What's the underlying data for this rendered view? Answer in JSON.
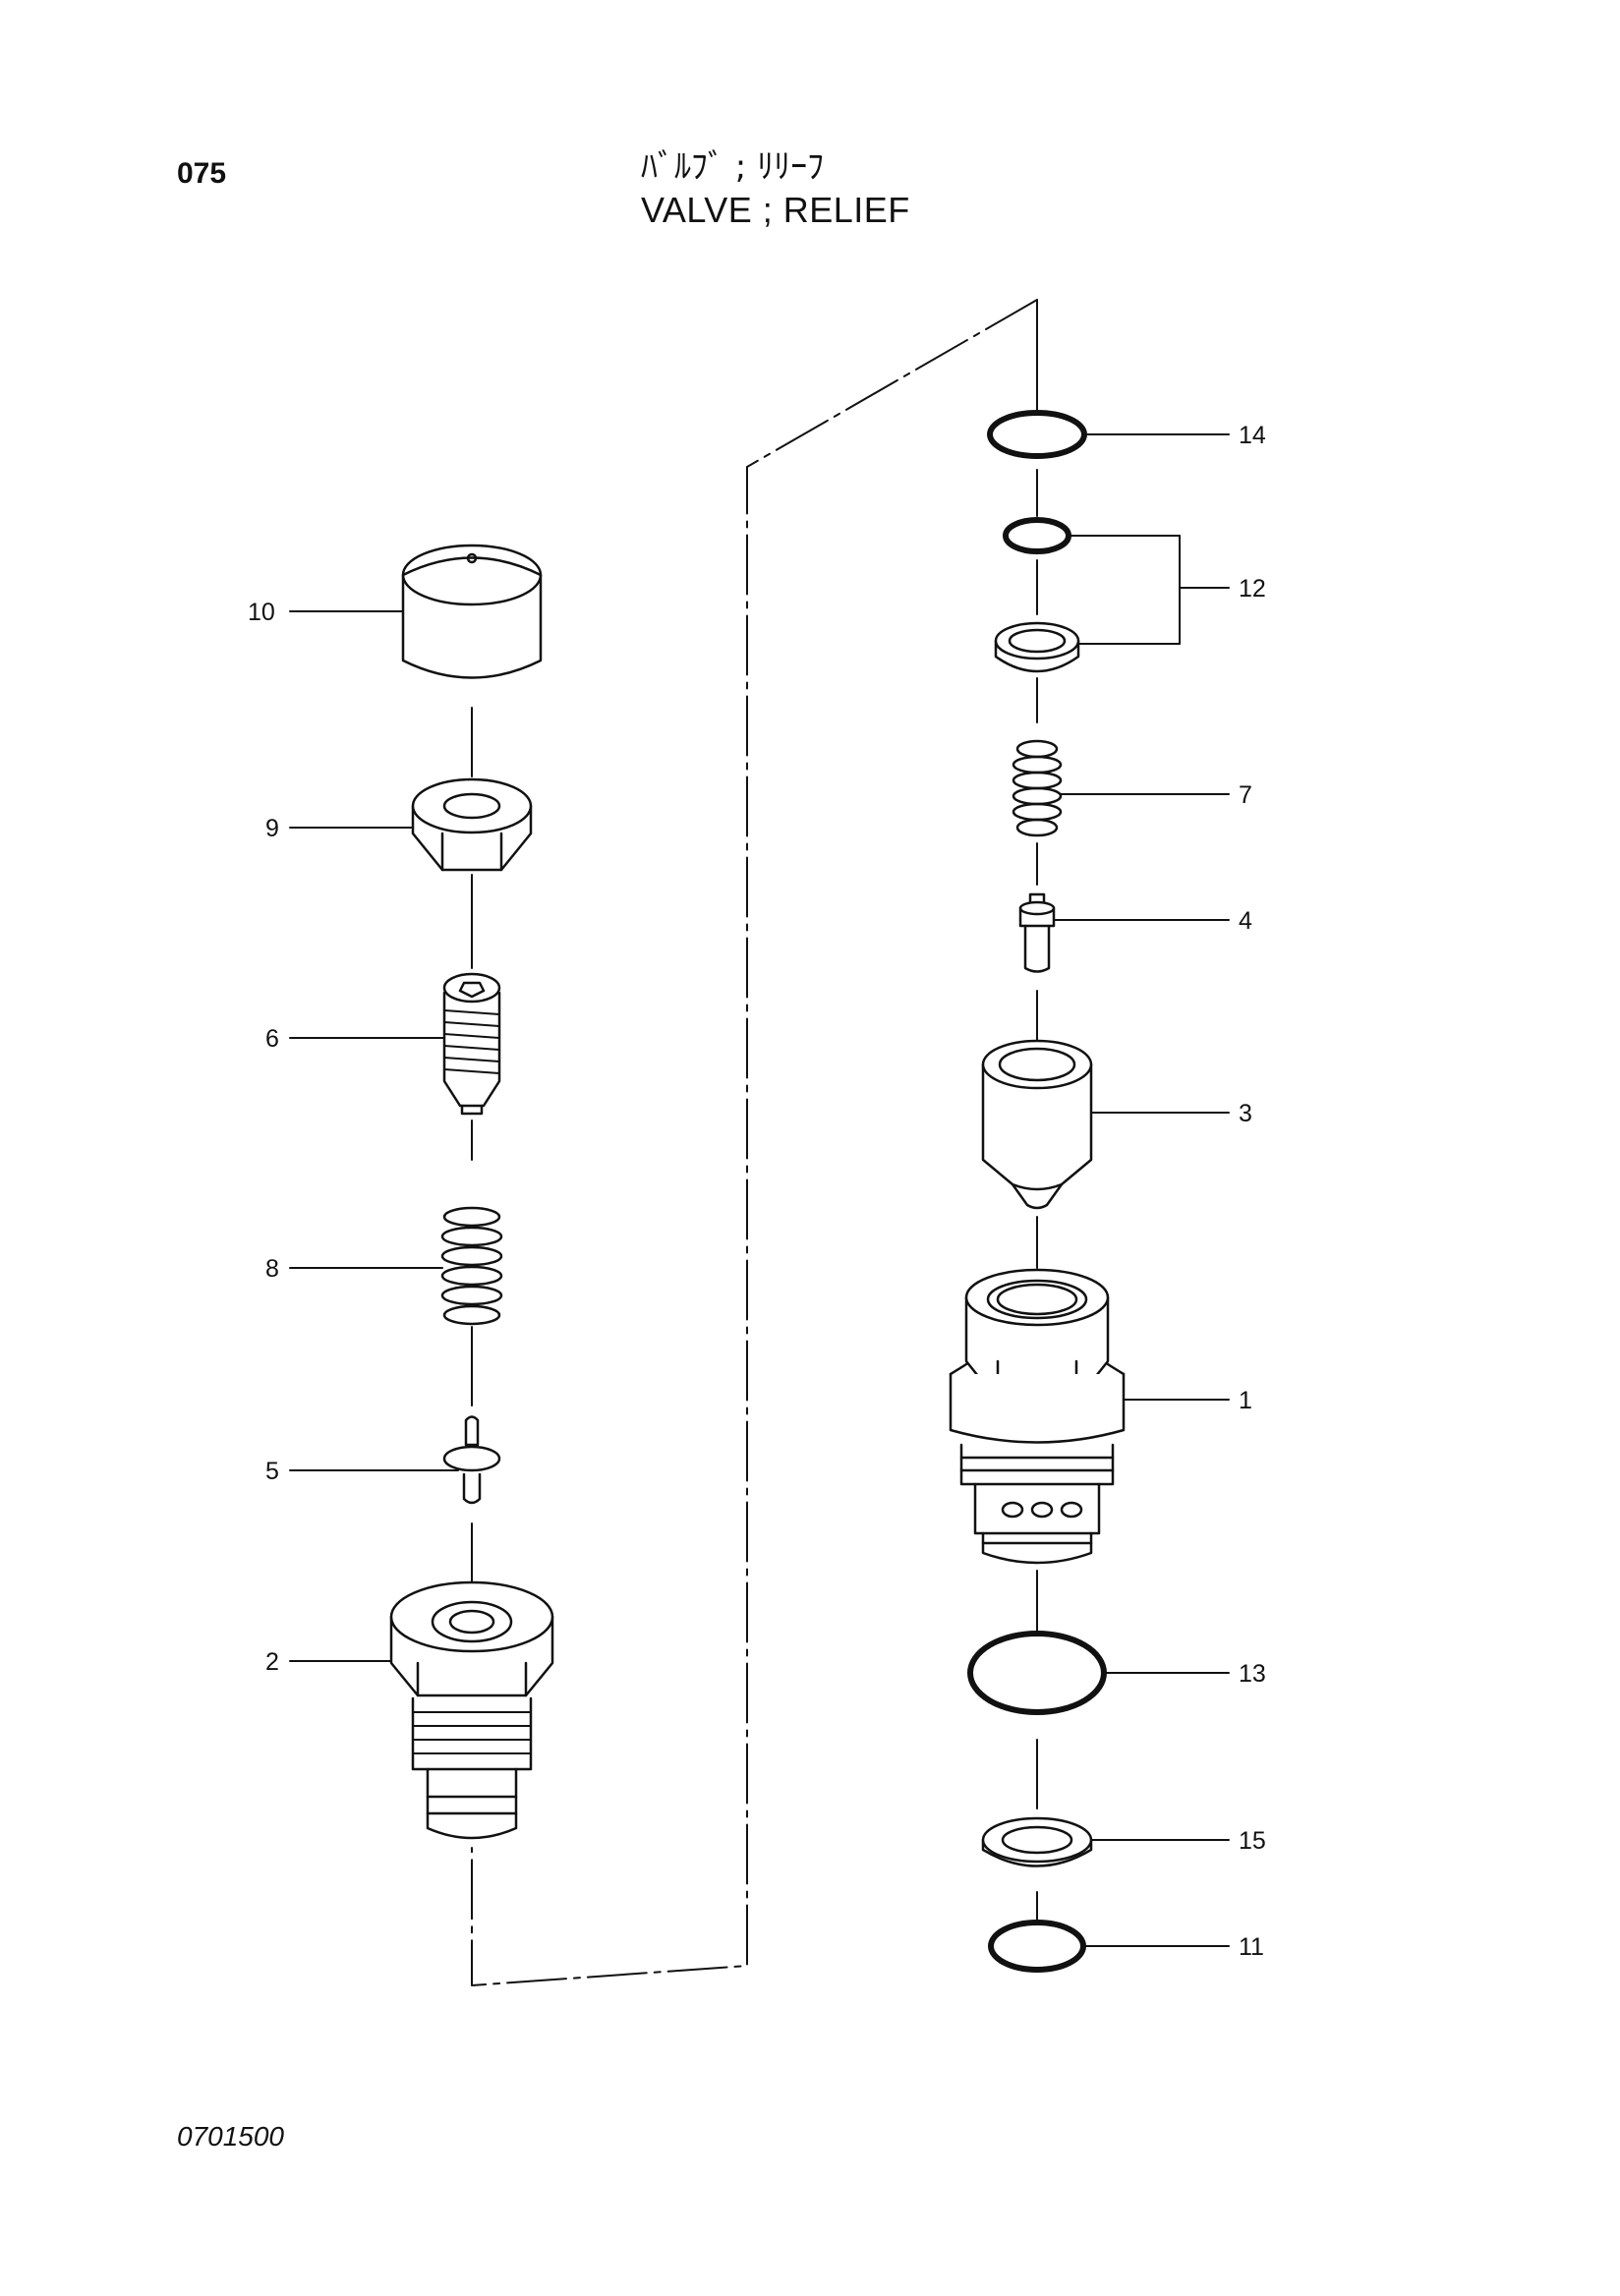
{
  "header": {
    "page_number": "075",
    "title_jp": "ﾊﾞﾙﾌﾞ ; ﾘﾘｰﾌ",
    "title_en": "VALVE ; RELIEF"
  },
  "footer": {
    "drawing_code": "0701500"
  },
  "callouts": {
    "c1": "1",
    "c2": "2",
    "c3": "3",
    "c4": "4",
    "c5": "5",
    "c6": "6",
    "c7": "7",
    "c8": "8",
    "c9": "9",
    "c10": "10",
    "c11": "11",
    "c12": "12",
    "c13": "13",
    "c14": "14",
    "c15": "15"
  }
}
